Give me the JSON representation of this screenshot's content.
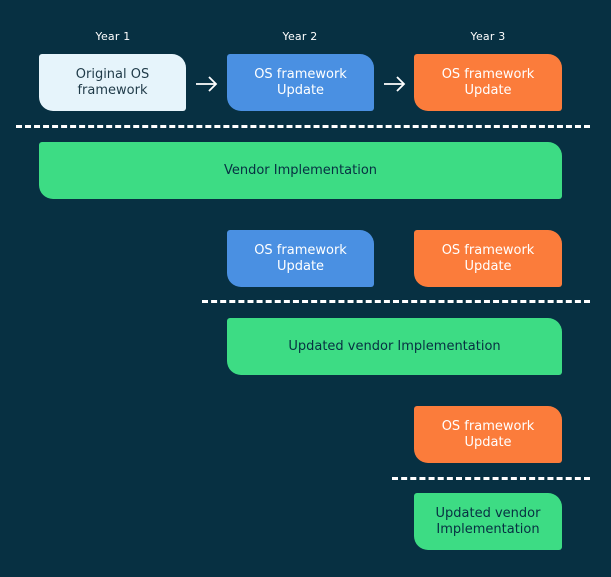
{
  "years": [
    "Year 1",
    "Year 2",
    "Year 3"
  ],
  "row1": {
    "original": "Original OS\nframework",
    "update_a": "OS framework\nUpdate",
    "update_b": "OS framework\nUpdate",
    "vendor": "Vendor Implementation"
  },
  "row2": {
    "update_a": "OS framework\nUpdate",
    "update_b": "OS framework\nUpdate",
    "vendor": "Updated vendor Implementation"
  },
  "row3": {
    "update": "OS framework\nUpdate",
    "vendor": "Updated vendor\nImplementation"
  },
  "colors": {
    "background": "#073042",
    "original": "#e6f4fb",
    "blue": "#4a90e2",
    "orange": "#fb7c3b",
    "green": "#3ddc84"
  }
}
